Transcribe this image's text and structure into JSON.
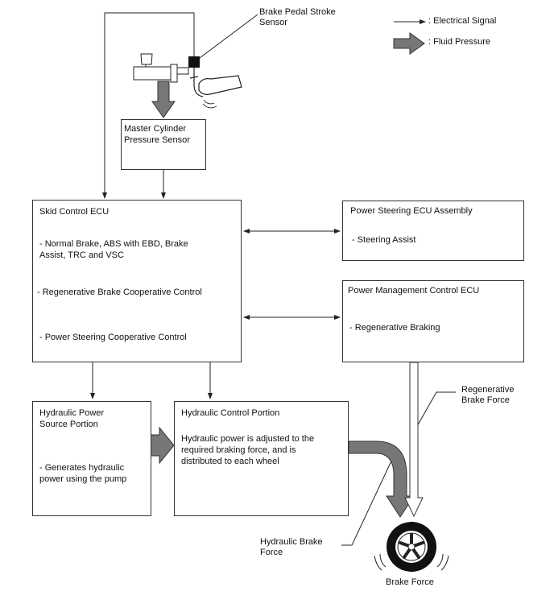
{
  "legend": {
    "electrical_signal": ": Electrical Signal",
    "fluid_pressure": ": Fluid Pressure"
  },
  "labels": {
    "brake_pedal_stroke_sensor": "Brake Pedal Stroke\nSensor",
    "regenerative_brake_force": "Regenerative\nBrake Force",
    "hydraulic_brake_force": "Hydraulic Brake\nForce",
    "brake_force": "Brake Force"
  },
  "boxes": {
    "master_cylinder": {
      "title": "Master Cylinder\nPressure Sensor"
    },
    "skid_control_ecu": {
      "title": "Skid Control ECU",
      "item1": "- Normal Brake, ABS with EBD, Brake\nAssist, TRC and VSC",
      "item2": "- Regenerative Brake Cooperative Control",
      "item3": "- Power Steering Cooperative Control"
    },
    "power_steering_ecu": {
      "title": "Power Steering ECU Assembly",
      "item1": "- Steering Assist"
    },
    "power_management_ecu": {
      "title": "Power Management Control ECU",
      "item1": "- Regenerative Braking"
    },
    "hydraulic_power_source": {
      "title": "Hydraulic Power\nSource Portion",
      "item1": "- Generates hydraulic\npower using the pump"
    },
    "hydraulic_control": {
      "title": "Hydraulic Control Portion",
      "item1": "Hydraulic power is adjusted to the\nrequired braking force, and is\ndistributed to each wheel"
    }
  },
  "icons": [
    "brake-pedal-icon",
    "master-cylinder-icon",
    "wheel-icon"
  ]
}
